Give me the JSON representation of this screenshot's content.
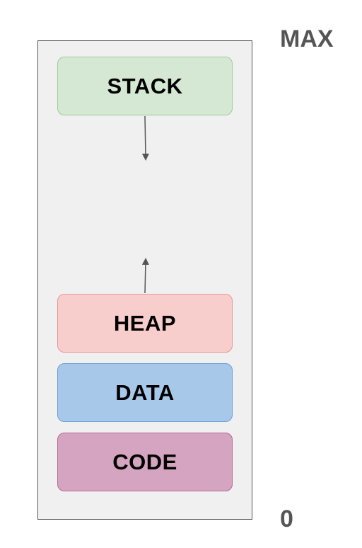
{
  "address_labels": {
    "max": "MAX",
    "zero": "0"
  },
  "segments": [
    {
      "label": "STACK",
      "fill": "#d5e8d4",
      "stroke": "#9fcf96"
    },
    {
      "label": "HEAP",
      "fill": "#f8cecc",
      "stroke": "#e59a98"
    },
    {
      "label": "DATA",
      "fill": "#a8c8ea",
      "stroke": "#6c9fd4"
    },
    {
      "label": "CODE",
      "fill": "#d5a4c0",
      "stroke": "#b56e95"
    }
  ],
  "colors": {
    "container_fill": "#f0f0f0",
    "container_border": "#555555",
    "arrow": "#555555",
    "address_text": "#555555"
  }
}
